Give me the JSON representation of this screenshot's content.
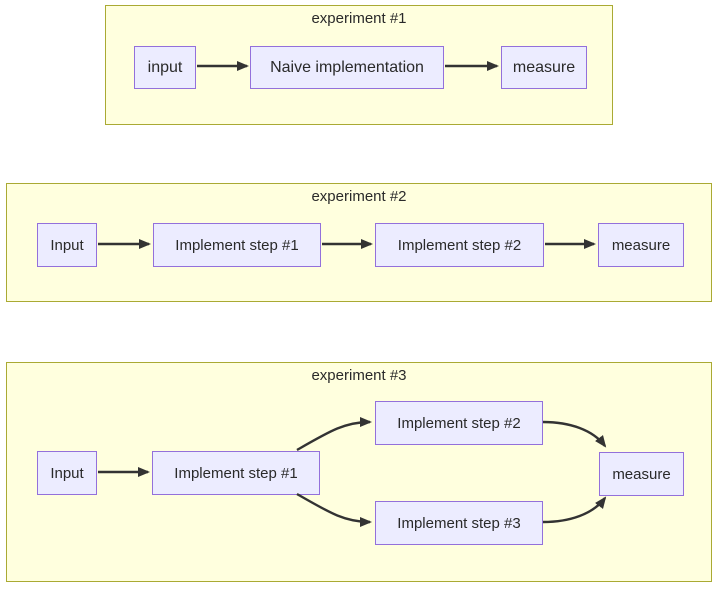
{
  "colors": {
    "cluster_fill": "#ffffde",
    "cluster_border": "#aaaa33",
    "node_fill": "#ececff",
    "node_border": "#9370db",
    "edge_color": "#333333",
    "text_color": "#2a2a2a"
  },
  "experiments": [
    {
      "title": "experiment #1",
      "nodes": [
        "input",
        "Naive implementation",
        "measure"
      ],
      "edges": [
        {
          "from": "input",
          "to": "Naive implementation"
        },
        {
          "from": "Naive implementation",
          "to": "measure"
        }
      ]
    },
    {
      "title": "experiment #2",
      "nodes": [
        "Input",
        "Implement step #1",
        "Implement step #2",
        "measure"
      ],
      "edges": [
        {
          "from": "Input",
          "to": "Implement step #1"
        },
        {
          "from": "Implement step #1",
          "to": "Implement step #2"
        },
        {
          "from": "Implement step #2",
          "to": "measure"
        }
      ]
    },
    {
      "title": "experiment #3",
      "nodes": [
        "Input",
        "Implement step #1",
        "Implement step #2",
        "Implement step #3",
        "measure"
      ],
      "edges": [
        {
          "from": "Input",
          "to": "Implement step #1"
        },
        {
          "from": "Implement step #1",
          "to": "Implement step #2"
        },
        {
          "from": "Implement step #1",
          "to": "Implement step #3"
        },
        {
          "from": "Implement step #2",
          "to": "measure"
        },
        {
          "from": "Implement step #3",
          "to": "measure"
        }
      ]
    }
  ]
}
